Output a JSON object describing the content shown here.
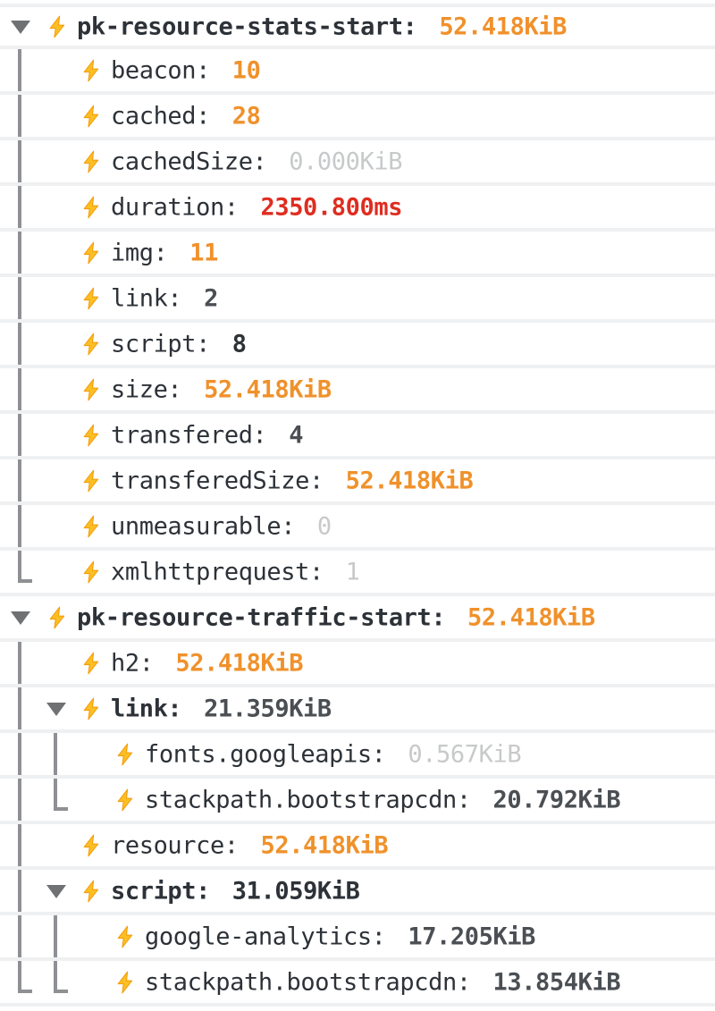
{
  "view": {
    "name": "performance-resource-tree",
    "icon": "lightning-bolt-icon",
    "caret_icon": "triangle-down-icon",
    "colors": {
      "orange": "#f0912b",
      "red": "#de2d20",
      "dark": "#4b4f54",
      "gray": "#c7c9ca",
      "label": "#2d3238",
      "rail": "#8e9094",
      "separator": "#eff0f1",
      "background": "#ffffff"
    }
  },
  "nodes": [
    {
      "id": "pk-resource-stats-start",
      "label": "pk-resource-stats-start:",
      "value": "52.418KiB",
      "value_style": "orange",
      "level": 0,
      "expanded": true,
      "children": [
        {
          "id": "beacon",
          "label": "beacon:",
          "value": "10",
          "value_style": "orange",
          "level": 1
        },
        {
          "id": "cached",
          "label": "cached:",
          "value": "28",
          "value_style": "orange",
          "level": 1
        },
        {
          "id": "cachedSize",
          "label": "cachedSize:",
          "value": "0.000KiB",
          "value_style": "gray",
          "level": 1
        },
        {
          "id": "duration",
          "label": "duration:",
          "value": "2350.800ms",
          "value_style": "red",
          "level": 1
        },
        {
          "id": "img",
          "label": "img:",
          "value": "11",
          "value_style": "orange",
          "level": 1
        },
        {
          "id": "link",
          "label": "link:",
          "value": "2",
          "value_style": "dark",
          "level": 1
        },
        {
          "id": "script",
          "label": "script:",
          "value": "8",
          "value_style": "plain",
          "level": 1
        },
        {
          "id": "size",
          "label": "size:",
          "value": "52.418KiB",
          "value_style": "orange",
          "level": 1
        },
        {
          "id": "transfered",
          "label": "transfered:",
          "value": "4",
          "value_style": "dark",
          "level": 1
        },
        {
          "id": "transferedSize",
          "label": "transferedSize:",
          "value": "52.418KiB",
          "value_style": "orange",
          "level": 1
        },
        {
          "id": "unmeasurable",
          "label": "unmeasurable:",
          "value": "0",
          "value_style": "gray",
          "level": 1
        },
        {
          "id": "xmlhttprequest",
          "label": "xmlhttprequest:",
          "value": "1",
          "value_style": "gray",
          "level": 1
        }
      ]
    },
    {
      "id": "pk-resource-traffic-start",
      "label": "pk-resource-traffic-start:",
      "value": "52.418KiB",
      "value_style": "orange",
      "level": 0,
      "expanded": true,
      "children": [
        {
          "id": "h2",
          "label": "h2:",
          "value": "52.418KiB",
          "value_style": "orange",
          "level": 1
        },
        {
          "id": "traffic-link",
          "label": "link:",
          "value": "21.359KiB",
          "value_style": "dark",
          "level": 1,
          "expanded": true,
          "children": [
            {
              "id": "fonts-googleapis",
              "label": "fonts.googleapis:",
              "value": "0.567KiB",
              "value_style": "gray",
              "level": 2
            },
            {
              "id": "stackpath-bootstrapcdn-1",
              "label": "stackpath.bootstrapcdn:",
              "value": "20.792KiB",
              "value_style": "dark",
              "level": 2
            }
          ]
        },
        {
          "id": "resource",
          "label": "resource:",
          "value": "52.418KiB",
          "value_style": "orange",
          "level": 1
        },
        {
          "id": "traffic-script",
          "label": "script:",
          "value": "31.059KiB",
          "value_style": "plain",
          "level": 1,
          "expanded": true,
          "children": [
            {
              "id": "google-analytics",
              "label": "google-analytics:",
              "value": "17.205KiB",
              "value_style": "dark",
              "level": 2
            },
            {
              "id": "stackpath-bootstrapcdn-2",
              "label": "stackpath.bootstrapcdn:",
              "value": "13.854KiB",
              "value_style": "dark",
              "level": 2
            }
          ]
        }
      ]
    }
  ]
}
